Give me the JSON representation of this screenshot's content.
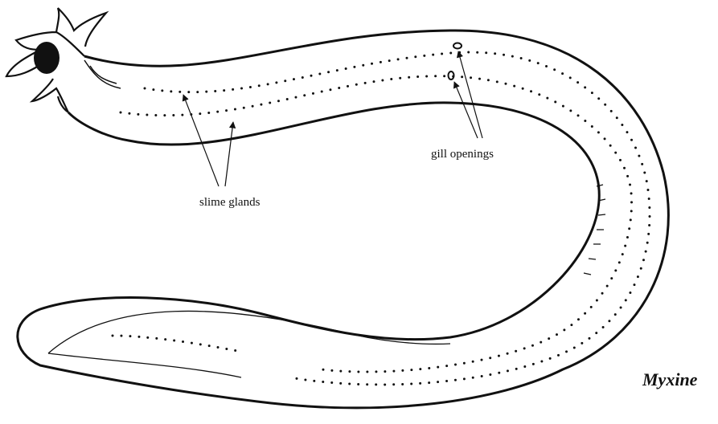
{
  "diagram": {
    "labels": {
      "slime_glands": "slime glands",
      "gill_openings": "gill openings",
      "genus": "Myxine"
    },
    "colors": {
      "ink": "#111111",
      "background": "#ffffff"
    }
  }
}
